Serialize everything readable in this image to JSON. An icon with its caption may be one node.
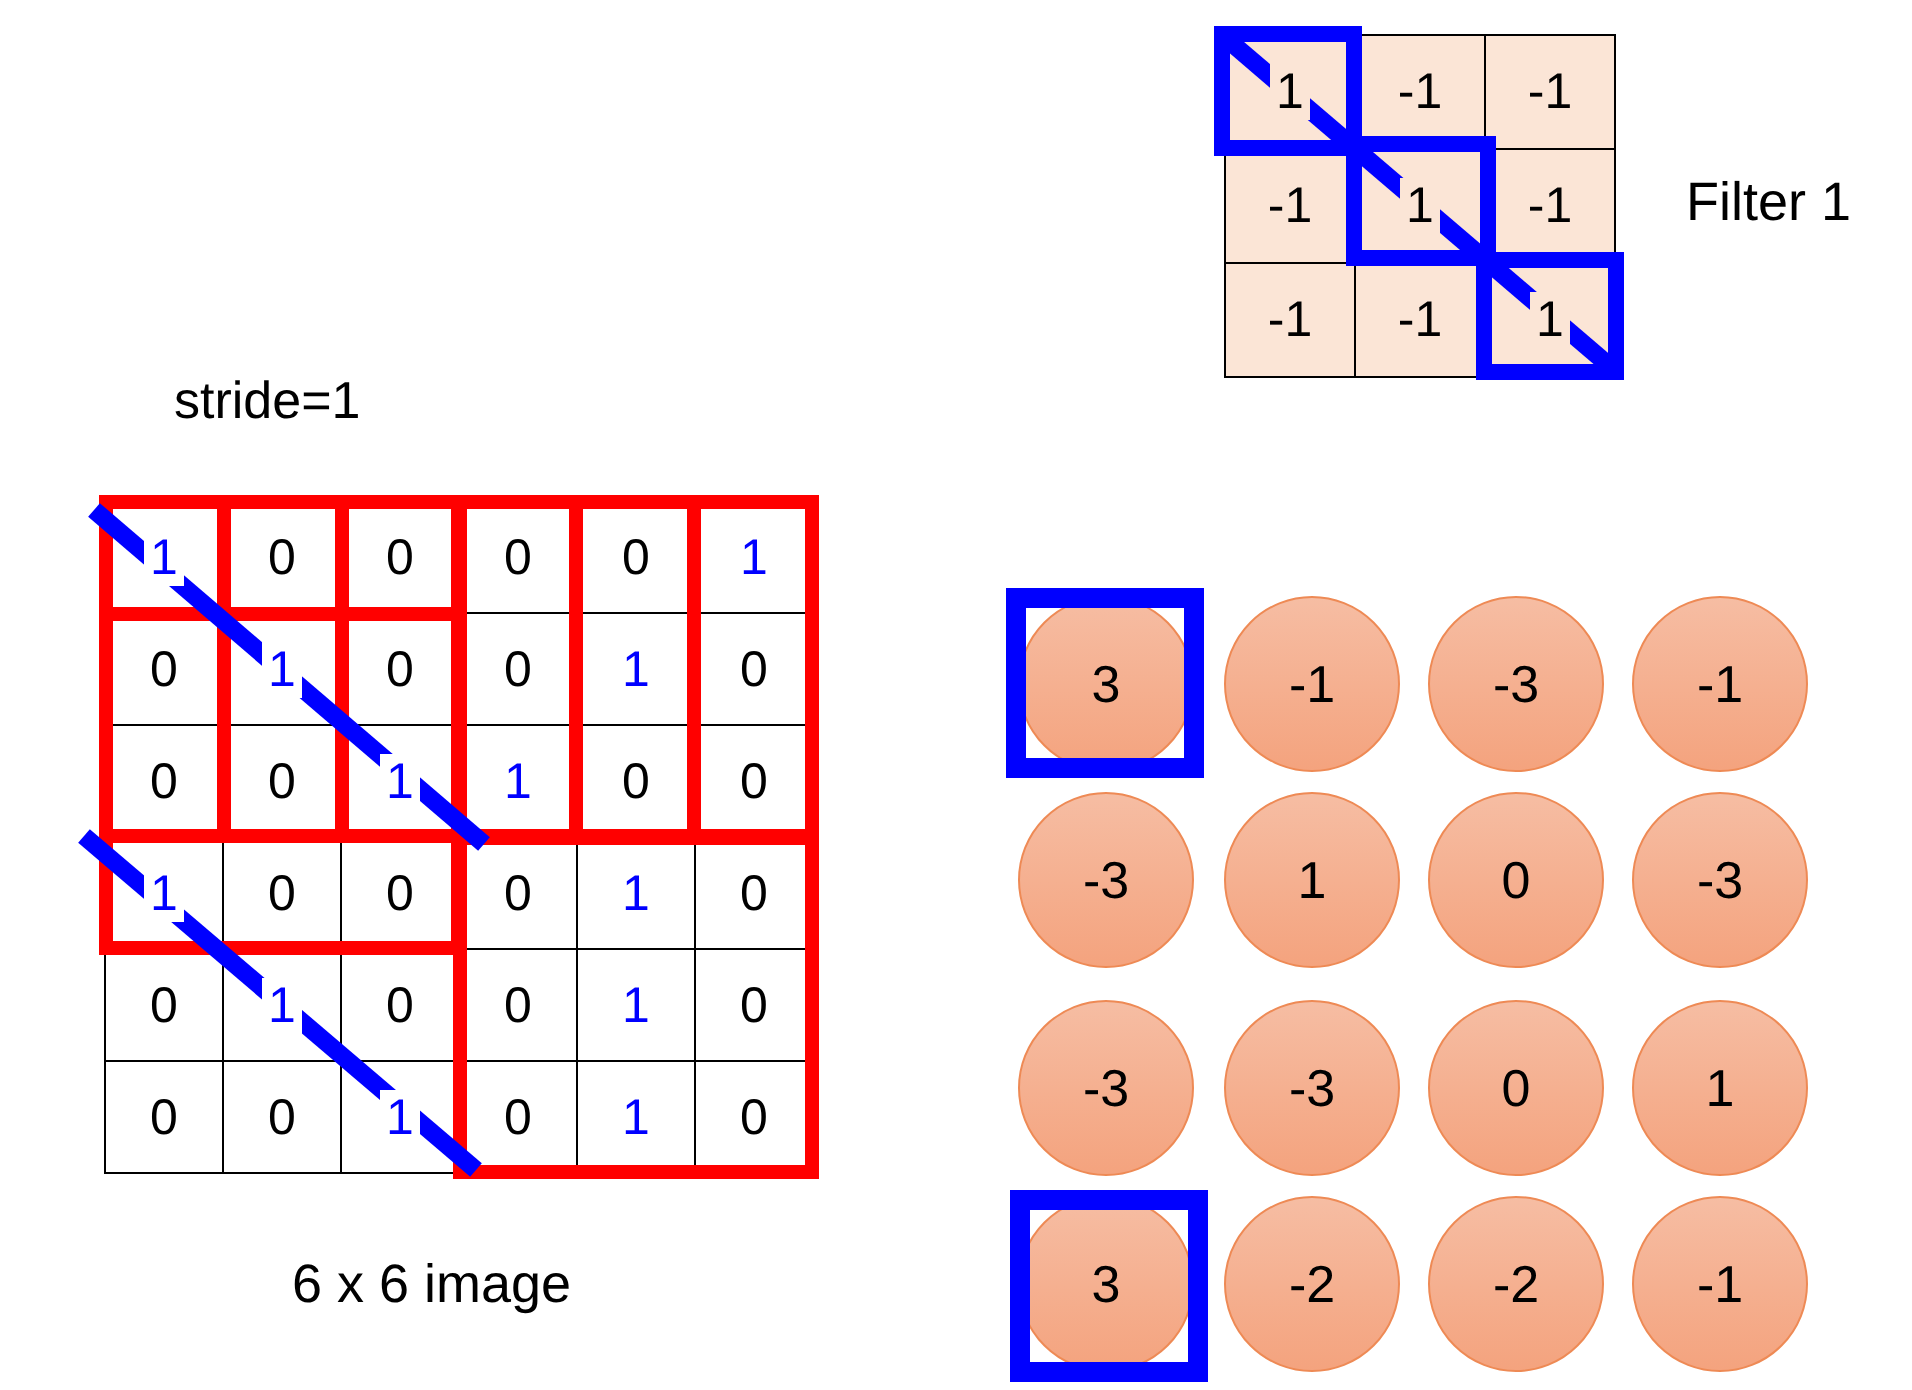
{
  "diagram": {
    "nodes": [
      {
        "text": [
          "3"
        ]
      },
      {
        "text": [
          "-1"
        ]
      },
      {
        "text": [
          "-3"
        ]
      },
      {
        "text": [
          "-1"
        ]
      },
      {
        "text": [
          "-3"
        ]
      },
      {
        "text": [
          "1"
        ]
      },
      {
        "text": [
          "0"
        ]
      },
      {
        "text": [
          "-3"
        ]
      },
      {
        "text": [
          "-3"
        ]
      },
      {
        "text": [
          "-3"
        ]
      },
      {
        "text": [
          "0"
        ]
      },
      {
        "text": [
          "1"
        ]
      },
      {
        "text": [
          "3"
        ]
      },
      {
        "text": [
          "-2"
        ]
      },
      {
        "text": [
          "-2"
        ]
      },
      {
        "text": [
          "-1"
        ]
      }
    ],
    "labels": [
      "1",
      "-1",
      "-1",
      "-1",
      "1",
      "-1",
      "-1",
      "-1",
      "1",
      "Filter 1",
      "stride=1",
      "1",
      "0",
      "0",
      "0",
      "0",
      "1",
      "0",
      "1",
      "0",
      "0",
      "1",
      "0",
      "0",
      "0",
      "1",
      "1",
      "0",
      "0",
      "1",
      "0",
      "0",
      "0",
      "1",
      "0",
      "0",
      "1",
      "0",
      "0",
      "1",
      "0",
      "0",
      "0",
      "1",
      "0",
      "1",
      "0",
      "6 x 6 image"
    ]
  }
}
